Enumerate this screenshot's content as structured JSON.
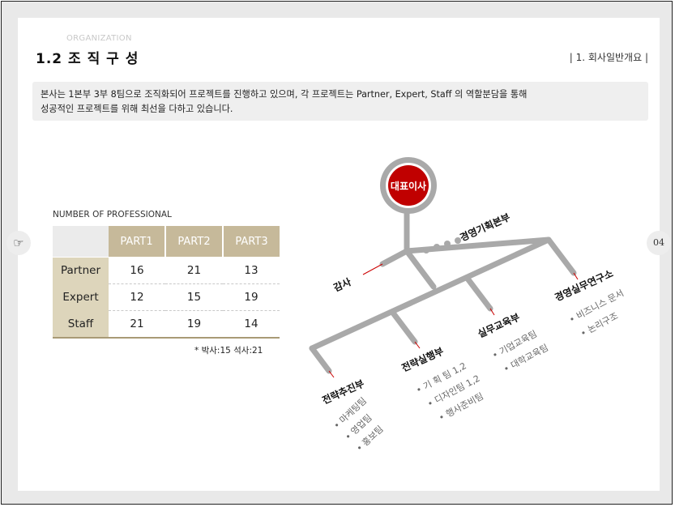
{
  "header": {
    "eyebrow": "ORGANIZATION",
    "title": "1.2 조 직 구 성",
    "breadcrumb": "| 1. 회사일반개요 |"
  },
  "intro": {
    "line1": "본사는 1본부 3부 8팀으로 조직화되어 프로젝트를 진행하고 있으며, 각 프로젝트는 Partner, Expert, Staff 의 역할분담을 통해",
    "line2": "성공적인 프로젝트를 위해 최선을 다하고 있습니다."
  },
  "professionals": {
    "caption": "NUMBER OF PROFESSIONAL",
    "columns": [
      "PART1",
      "PART2",
      "PART3"
    ],
    "rows": [
      {
        "label": "Partner",
        "values": [
          "16",
          "21",
          "13"
        ]
      },
      {
        "label": "Expert",
        "values": [
          "12",
          "15",
          "19"
        ]
      },
      {
        "label": "Staff",
        "values": [
          "21",
          "19",
          "14"
        ]
      }
    ],
    "footnote": "* 박사:15   석사:21"
  },
  "side": {
    "page_number": "04",
    "left_icon": "hand-pointing-icon"
  },
  "org": {
    "ceo": "대표이사",
    "hq": "경영기획본부",
    "audit": "감사",
    "departments": [
      {
        "name": "전략추진부",
        "teams": [
          "• 마케팅팀",
          "• 영업팀",
          "• 홍보팀"
        ]
      },
      {
        "name": "전략실행부",
        "teams": [
          "• 기 획 팀 1,2",
          "• 디자인팀 1,2",
          "• 행사준비팀"
        ]
      },
      {
        "name": "실무교육부",
        "teams": [
          "• 기업교육팀",
          "• 대학교육팀"
        ]
      },
      {
        "name": "경영실무연구소",
        "teams": [
          "• 비즈니스 문서",
          "• 논리구조"
        ]
      }
    ],
    "colors": {
      "line": "#a9a9a9",
      "ceo_fill": "#c00000",
      "accent": "#cc0000"
    }
  }
}
